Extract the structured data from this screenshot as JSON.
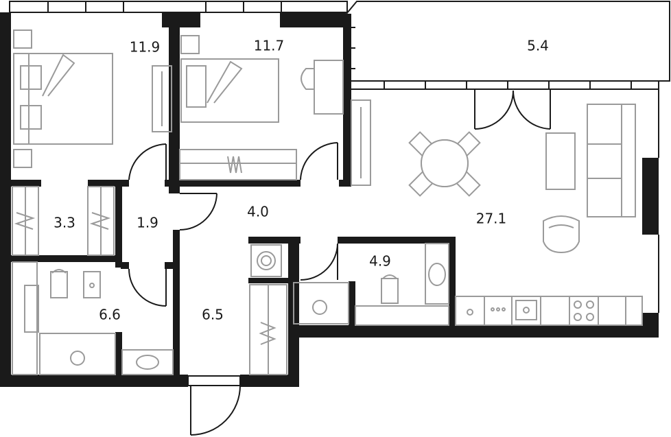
{
  "plan": {
    "rooms": [
      {
        "id": "bedroom-1",
        "area": "11.9"
      },
      {
        "id": "bedroom-2",
        "area": "11.7"
      },
      {
        "id": "balcony",
        "area": "5.4"
      },
      {
        "id": "wardrobe",
        "area": "3.3"
      },
      {
        "id": "corridor-small",
        "area": "1.9"
      },
      {
        "id": "hall",
        "area": "4.0"
      },
      {
        "id": "living-kitchen",
        "area": "27.1"
      },
      {
        "id": "bathroom-2",
        "area": "4.9"
      },
      {
        "id": "bathroom-1",
        "area": "6.6"
      },
      {
        "id": "entrance",
        "area": "6.5"
      }
    ]
  }
}
